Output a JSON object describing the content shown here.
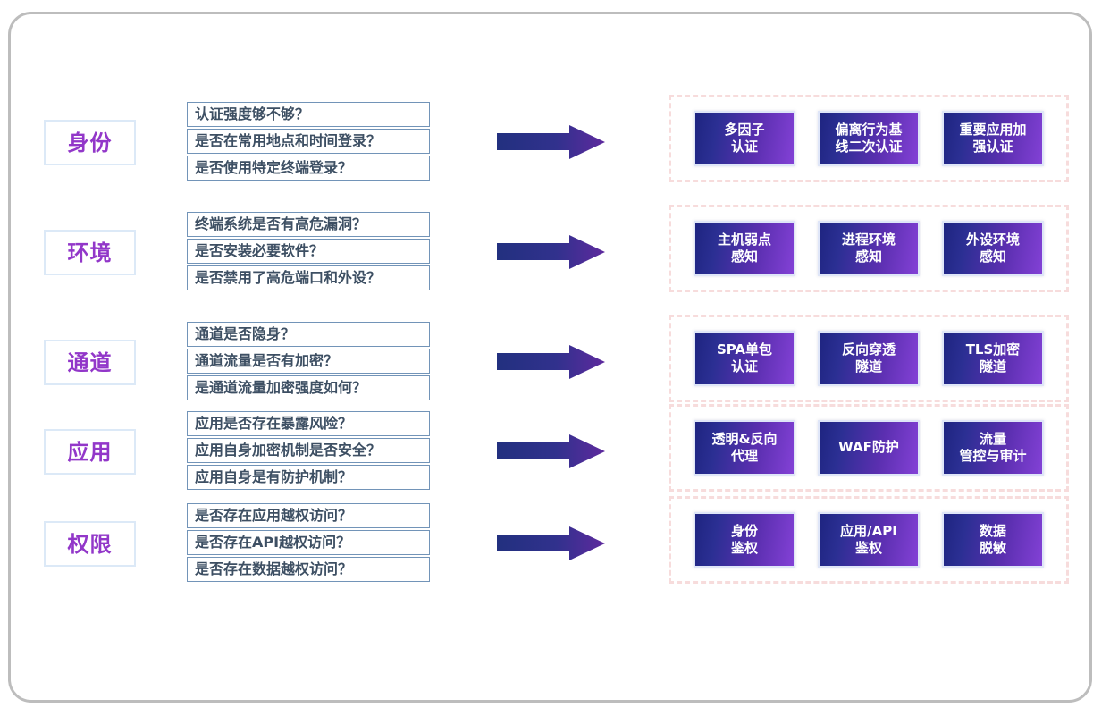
{
  "diagram": {
    "rows": [
      {
        "category": "身份",
        "questions": [
          "认证强度够不够？",
          "是否在常用地点和时间登录？",
          "是否使用特定终端登录？"
        ],
        "arrow_icon": "right-arrow-icon",
        "capabilities": [
          {
            "line1": "多因子",
            "line2": "认证"
          },
          {
            "line1": "偏离行为基",
            "line2": "线二次认证"
          },
          {
            "line1": "重要应用加",
            "line2": "强认证"
          }
        ]
      },
      {
        "category": "环境",
        "questions": [
          "终端系统是否有高危漏洞？",
          "是否安装必要软件？",
          "是否禁用了高危端口和外设？"
        ],
        "arrow_icon": "right-arrow-icon",
        "capabilities": [
          {
            "line1": "主机弱点",
            "line2": "感知"
          },
          {
            "line1": "进程环境",
            "line2": "感知"
          },
          {
            "line1": "外设环境",
            "line2": "感知"
          }
        ]
      },
      {
        "category": "通道",
        "questions": [
          "通道是否隐身？",
          "通道流量是否有加密？",
          "是通道流量加密强度如何？"
        ],
        "arrow_icon": "right-arrow-icon",
        "capabilities": [
          {
            "line1": "SPA单包",
            "line2": "认证"
          },
          {
            "line1": "反向穿透",
            "line2": "隧道"
          },
          {
            "line1": "TLS加密",
            "line2": "隧道"
          }
        ]
      },
      {
        "category": "应用",
        "questions": [
          "应用是否存在暴露风险？",
          "应用自身加密机制是否安全？",
          "应用自身是有防护机制？"
        ],
        "arrow_icon": "right-arrow-icon",
        "capabilities": [
          {
            "line1": "透明&反向",
            "line2": "代理"
          },
          {
            "line1": "WAF防护",
            "line2": ""
          },
          {
            "line1": "流量",
            "line2": "管控与审计"
          }
        ]
      },
      {
        "category": "权限",
        "questions": [
          "是否存在应用越权访问？",
          "是否存在API越权访问？",
          "是否存在数据越权访问？"
        ],
        "arrow_icon": "right-arrow-icon",
        "capabilities": [
          {
            "line1": "身份",
            "line2": "鉴权"
          },
          {
            "line1": "应用/API",
            "line2": "鉴权"
          },
          {
            "line1": "数据",
            "line2": "脱敏"
          }
        ]
      }
    ]
  },
  "colors": {
    "frame_border": "#bdbdbd",
    "category_text": "#9237c9",
    "category_border": "#dce9f7",
    "question_border": "#7294b8",
    "question_text": "#3d4f63",
    "dashed_border": "#f7dcdc",
    "capability_gradient_start": "#1e2480",
    "capability_gradient_end": "#8341d6",
    "capability_text": "#ffffff",
    "arrow_gradient_start": "#22307f",
    "arrow_gradient_end": "#5e2a9e"
  },
  "layout": {
    "row_tops": [
      106,
      229,
      352,
      452,
      555
    ]
  }
}
